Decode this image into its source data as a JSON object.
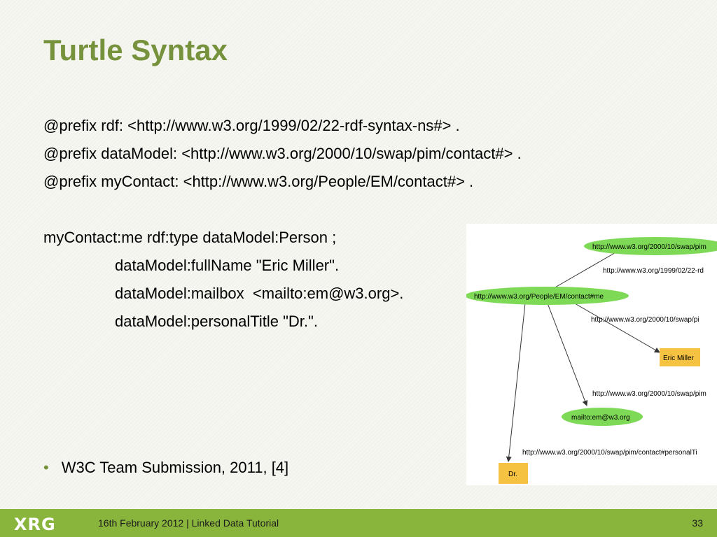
{
  "slide": {
    "title": "Turtle Syntax",
    "prefixes": [
      "@prefix rdf: <http://www.w3.org/1999/02/22-rdf-syntax-ns#> .",
      "@prefix dataModel: <http://www.w3.org/2000/10/swap/pim/contact#> .",
      "@prefix myContact: <http://www.w3.org/People/EM/contact#> ."
    ],
    "statement": {
      "subject_line": "myContact:me rdf:type dataModel:Person ;",
      "lines": [
        "dataModel:fullName \"Eric Miller\".",
        "dataModel:mailbox  <mailto:em@w3.org>.",
        "dataModel:personalTitle \"Dr.\"."
      ]
    },
    "bullet": "W3C Team Submission, 2011, [4]",
    "bullet_marker": "•"
  },
  "graph": {
    "nodes": {
      "person": "http://www.w3.org/2000/10/swap/pim",
      "me": "http://www.w3.org/People/EM/contact#me",
      "name": "Eric Miller",
      "mail": "mailto:em@w3.org",
      "title": "Dr."
    },
    "edges": {
      "type": "http://www.w3.org/1999/02/22-rd",
      "fullName": "http://www.w3.org/2000/10/swap/pi",
      "mailbox": "http://www.w3.org/2000/10/swap/pim",
      "personalTitle": "http://www.w3.org/2000/10/swap/pim/contact#personalTi"
    },
    "colors": {
      "resource": "#7ed957",
      "literal": "#f5c242",
      "edge": "#333333"
    }
  },
  "footer": {
    "logo": "XRG",
    "text": "16th February 2012 | Linked Data Tutorial",
    "page": "33"
  },
  "theme": {
    "accent": "#76923c",
    "footer_bg": "#8ab53c"
  }
}
